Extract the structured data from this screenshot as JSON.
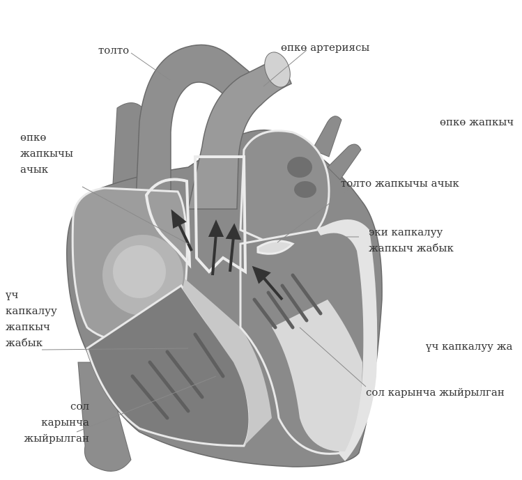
{
  "labels": {
    "aorta": "толто",
    "pulmonary_artery": "өпкө артериясы",
    "pulmonary_valve_open": [
      "өпкө",
      "жапкычы",
      "ачык"
    ],
    "pulmonary_valve_closed": "өпкө жапкыч",
    "aortic_valve_open": "толто жапкычы ачык",
    "bicuspid_closed": [
      "эки капкалуу",
      "жапкыч жабык"
    ],
    "tricuspid_closed": [
      "үч",
      "капкалуу",
      "жапкыч",
      "жабык"
    ],
    "tricuspid_right": "үч капкалуу жа",
    "left_ventricle_side": [
      "сол",
      "карынча",
      "жыйрылган"
    ],
    "left_ventricle_bottom": "сол карынча жыйрылган"
  },
  "colors": {
    "outer": "#7d7d7d",
    "muscle": "#a6a6a6",
    "chamber": "#8f8f8f",
    "light": "#e6e6e6",
    "vessel": "#909090",
    "arrow": "#333333",
    "leader": "#8a8a8a"
  }
}
